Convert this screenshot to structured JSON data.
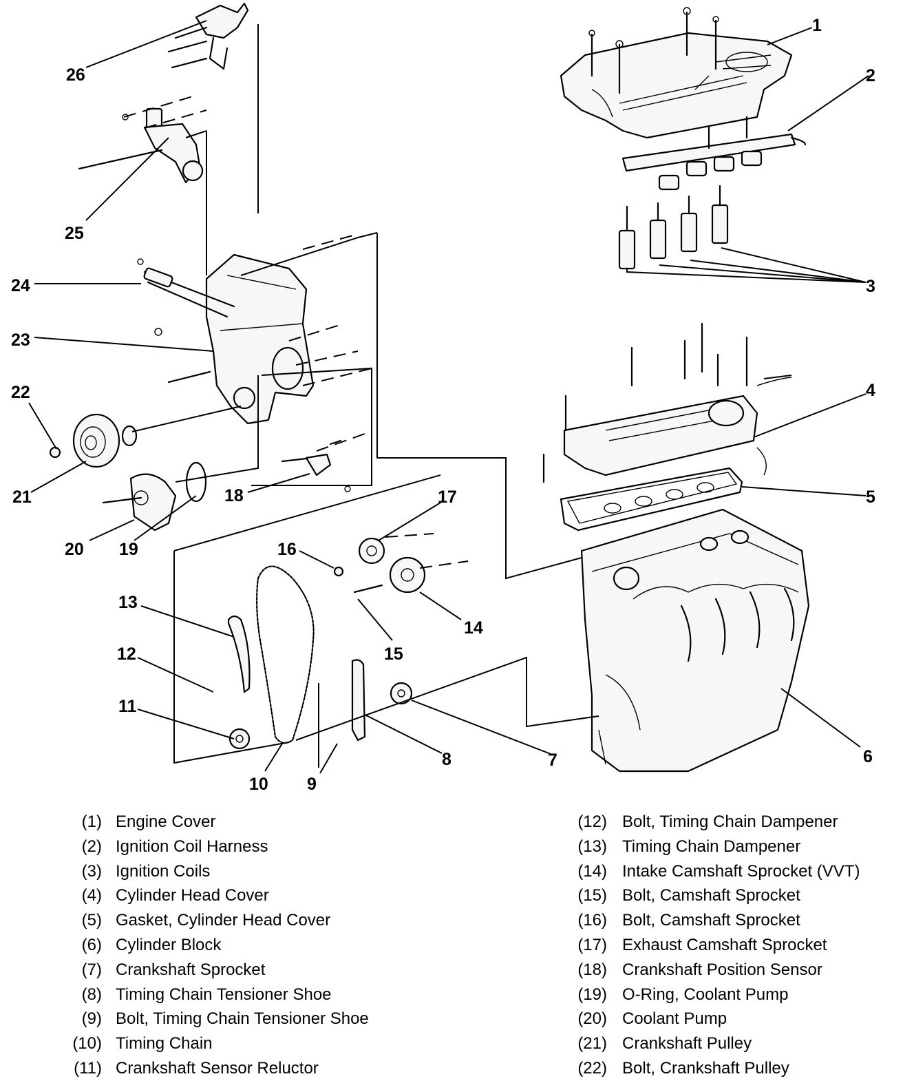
{
  "callouts": {
    "c1": "1",
    "c2": "2",
    "c3": "3",
    "c4": "4",
    "c5": "5",
    "c6": "6",
    "c7": "7",
    "c8": "8",
    "c9": "9",
    "c10": "10",
    "c11": "11",
    "c12": "12",
    "c13": "13",
    "c14": "14",
    "c15": "15",
    "c16": "16",
    "c17": "17",
    "c18": "18",
    "c19": "19",
    "c20": "20",
    "c21": "21",
    "c22": "22",
    "c23": "23",
    "c24": "24",
    "c25": "25",
    "c26": "26"
  },
  "legend_left": [
    {
      "num": "(1)",
      "text": "Engine Cover"
    },
    {
      "num": "(2)",
      "text": "Ignition Coil Harness"
    },
    {
      "num": "(3)",
      "text": "Ignition Coils"
    },
    {
      "num": "(4)",
      "text": "Cylinder Head Cover"
    },
    {
      "num": "(5)",
      "text": "Gasket, Cylinder Head Cover"
    },
    {
      "num": "(6)",
      "text": "Cylinder Block"
    },
    {
      "num": "(7)",
      "text": "Crankshaft Sprocket"
    },
    {
      "num": "(8)",
      "text": "Timing Chain Tensioner Shoe"
    },
    {
      "num": "(9)",
      "text": "Bolt, Timing Chain Tensioner Shoe"
    },
    {
      "num": "(10)",
      "text": "Timing Chain"
    },
    {
      "num": "(11)",
      "text": "Crankshaft Sensor Reluctor"
    }
  ],
  "legend_right": [
    {
      "num": "(12)",
      "text": "Bolt, Timing Chain Dampener"
    },
    {
      "num": "(13)",
      "text": "Timing Chain Dampener"
    },
    {
      "num": "(14)",
      "text": "Intake Camshaft Sprocket (VVT)"
    },
    {
      "num": "(15)",
      "text": "Bolt, Camshaft Sprocket"
    },
    {
      "num": "(16)",
      "text": "Bolt, Camshaft Sprocket"
    },
    {
      "num": "(17)",
      "text": "Exhaust Camshaft Sprocket"
    },
    {
      "num": "(18)",
      "text": "Crankshaft Position Sensor"
    },
    {
      "num": "(19)",
      "text": "O-Ring, Coolant Pump"
    },
    {
      "num": "(20)",
      "text": "Coolant Pump"
    },
    {
      "num": "(21)",
      "text": "Crankshaft Pulley"
    },
    {
      "num": "(22)",
      "text": "Bolt, Crankshaft Pulley"
    }
  ]
}
